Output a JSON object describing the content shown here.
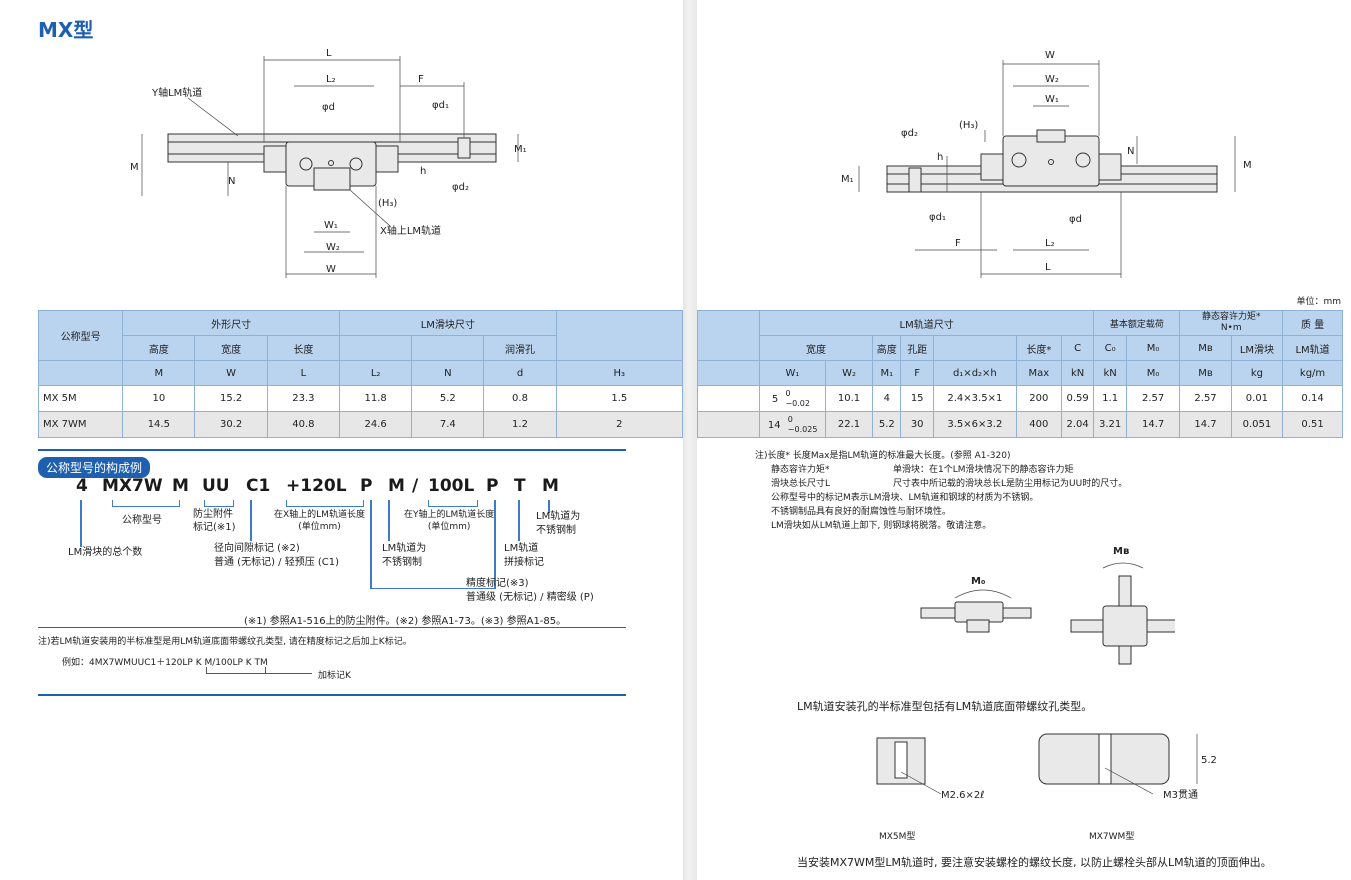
{
  "title": "MX型",
  "left_drawing": {
    "labels": [
      "L",
      "L₂",
      "F",
      "Y轴LM轨道",
      "φd",
      "φd₁",
      "M₁",
      "M",
      "N",
      "h",
      "φd₂",
      "(H₃)",
      "W₁",
      "X轴上LM轨道",
      "W₂",
      "W"
    ]
  },
  "right_drawing": {
    "labels": [
      "W",
      "W₂",
      "W₁",
      "(H₃)",
      "φd₂",
      "h",
      "N",
      "M",
      "M₁",
      "φd₁",
      "φd",
      "F",
      "L₂",
      "L"
    ]
  },
  "unit": "单位：mm",
  "table_left": {
    "header_groups": [
      "公称型号",
      "外形尺寸",
      "LM滑块尺寸"
    ],
    "header_cols": [
      "高度",
      "宽度",
      "长度",
      "润滑孔"
    ],
    "header_syms": [
      "M",
      "W",
      "L",
      "L₂",
      "N",
      "d",
      "H₃"
    ],
    "rows": [
      {
        "model": "MX 5M",
        "M": "10",
        "W": "15.2",
        "L": "23.3",
        "L2": "11.8",
        "N": "5.2",
        "d": "0.8",
        "H3": "1.5"
      },
      {
        "model": "MX 7WM",
        "M": "14.5",
        "W": "30.2",
        "L": "40.8",
        "L2": "24.6",
        "N": "7.4",
        "d": "1.2",
        "H3": "2"
      }
    ]
  },
  "table_right": {
    "header_groups": [
      "LM轨道尺寸",
      "基本额定载荷",
      "静态容许力矩*",
      "N•m",
      "质 量"
    ],
    "header_cols": [
      "宽度",
      "高度",
      "孔距",
      "长度*",
      "C",
      "C₀",
      "M₀",
      "Mв",
      "LM滑块",
      "LM轨道"
    ],
    "header_syms": [
      "W₁",
      "W₂",
      "M₁",
      "F",
      "d₁×d₂×h",
      "Max",
      "kN",
      "kN",
      "kg",
      "kg/m"
    ],
    "rows": [
      {
        "W1": "5",
        "tol_top": "0",
        "tol_bot": "−0.02",
        "W2": "10.1",
        "M1": "4",
        "F": "15",
        "dd": "2.4×3.5×1",
        "Max": "200",
        "C": "0.59",
        "C0": "1.1",
        "M0": "2.57",
        "MB": "2.57",
        "block": "0.01",
        "rail": "0.14"
      },
      {
        "W1": "14",
        "tol_top": "0",
        "tol_bot": "−0.025",
        "W2": "22.1",
        "M1": "5.2",
        "F": "30",
        "dd": "3.5×6×3.2",
        "Max": "400",
        "C": "2.04",
        "C0": "3.21",
        "M0": "14.7",
        "MB": "14.7",
        "block": "0.051",
        "rail": "0.51"
      }
    ]
  },
  "config": {
    "badge": "公称型号的构成例",
    "code_parts": [
      "4",
      "MX7W",
      "M",
      "UU",
      "C1",
      "+120L",
      "P",
      "M",
      "/",
      "100L",
      "P",
      "T",
      "M"
    ],
    "labels": {
      "count": "LM滑块的总个数",
      "model": "公称型号",
      "seal_1": "防尘附件",
      "seal_2": "标记(※1)",
      "clearance_1": "径向间隙标记 (※2)",
      "clearance_2": "普通 (无标记) / 轻预压 (C1)",
      "x_len_1": "在X轴上的LM轨道长度",
      "x_len_2": "(单位mm)",
      "stainless_1": "LM轨道为",
      "stainless_2": "不锈钢制",
      "y_len_1": "在Y轴上的LM轨道长度",
      "y_len_2": "(单位mm)",
      "precision_1": "精度标记(※3)",
      "precision_2": "普通级 (无标记) / 精密级 (P)",
      "joint_1": "LM轨道",
      "joint_2": "拼接标记",
      "stainless_r1": "LM轨道为",
      "stainless_r2": "不锈钢制"
    },
    "refs": "(※1) 参照A1-516上的防尘附件。(※2) 参照A1-73。(※3) 参照A1-85。",
    "note": "注)若LM轨道安装用的半标准型是用LM轨道底面带螺纹孔类型, 请在精度标记之后加上K标记。",
    "example": "例如：4MX7WMUUC1＋120LP K M/100LP K TM",
    "example_add": "加标记K"
  },
  "notes_right": {
    "line1": "注)长度*  长度Max是指LM轨道的标准最大长度。(参照 A1-320)",
    "row2_k": "静态容许力矩*",
    "row2_v": "单滑块：在1个LM滑块情况下的静态容许力矩",
    "row3_k": "滑块总长尺寸L",
    "row3_v": "尺寸表中所记载的滑块总长L是防尘用标记为UU时的尺寸。",
    "line4": "公称型号中的标记M表示LM滑块、LM轨道和钢球的材质为不锈钢。",
    "line5": "不锈钢制品具有良好的耐腐蚀性与耐环境性。",
    "line6": "LM滑块如从LM轨道上卸下, 则钢球将脱落。敬请注意。"
  },
  "moments": {
    "m0": "M₀",
    "mb": "Mв"
  },
  "thread": {
    "heading": "LM轨道安装孔的半标准型包括有LM轨道底面带螺纹孔类型。",
    "m5_label": "M2.6×2ℓ",
    "m7_label": "M3贯通",
    "dim": "5.2",
    "cap_5": "MX5M型",
    "cap_7": "MX7WM型",
    "footer": "当安装MX7WM型LM轨道时, 要注意安装螺栓的螺纹长度, 以防止螺栓头部从LM轨道的顶面伸出。"
  },
  "colors": {
    "accent": "#1e5fb0",
    "header_bg": "#bad3ee",
    "row_alt": "#e7e7e7"
  }
}
